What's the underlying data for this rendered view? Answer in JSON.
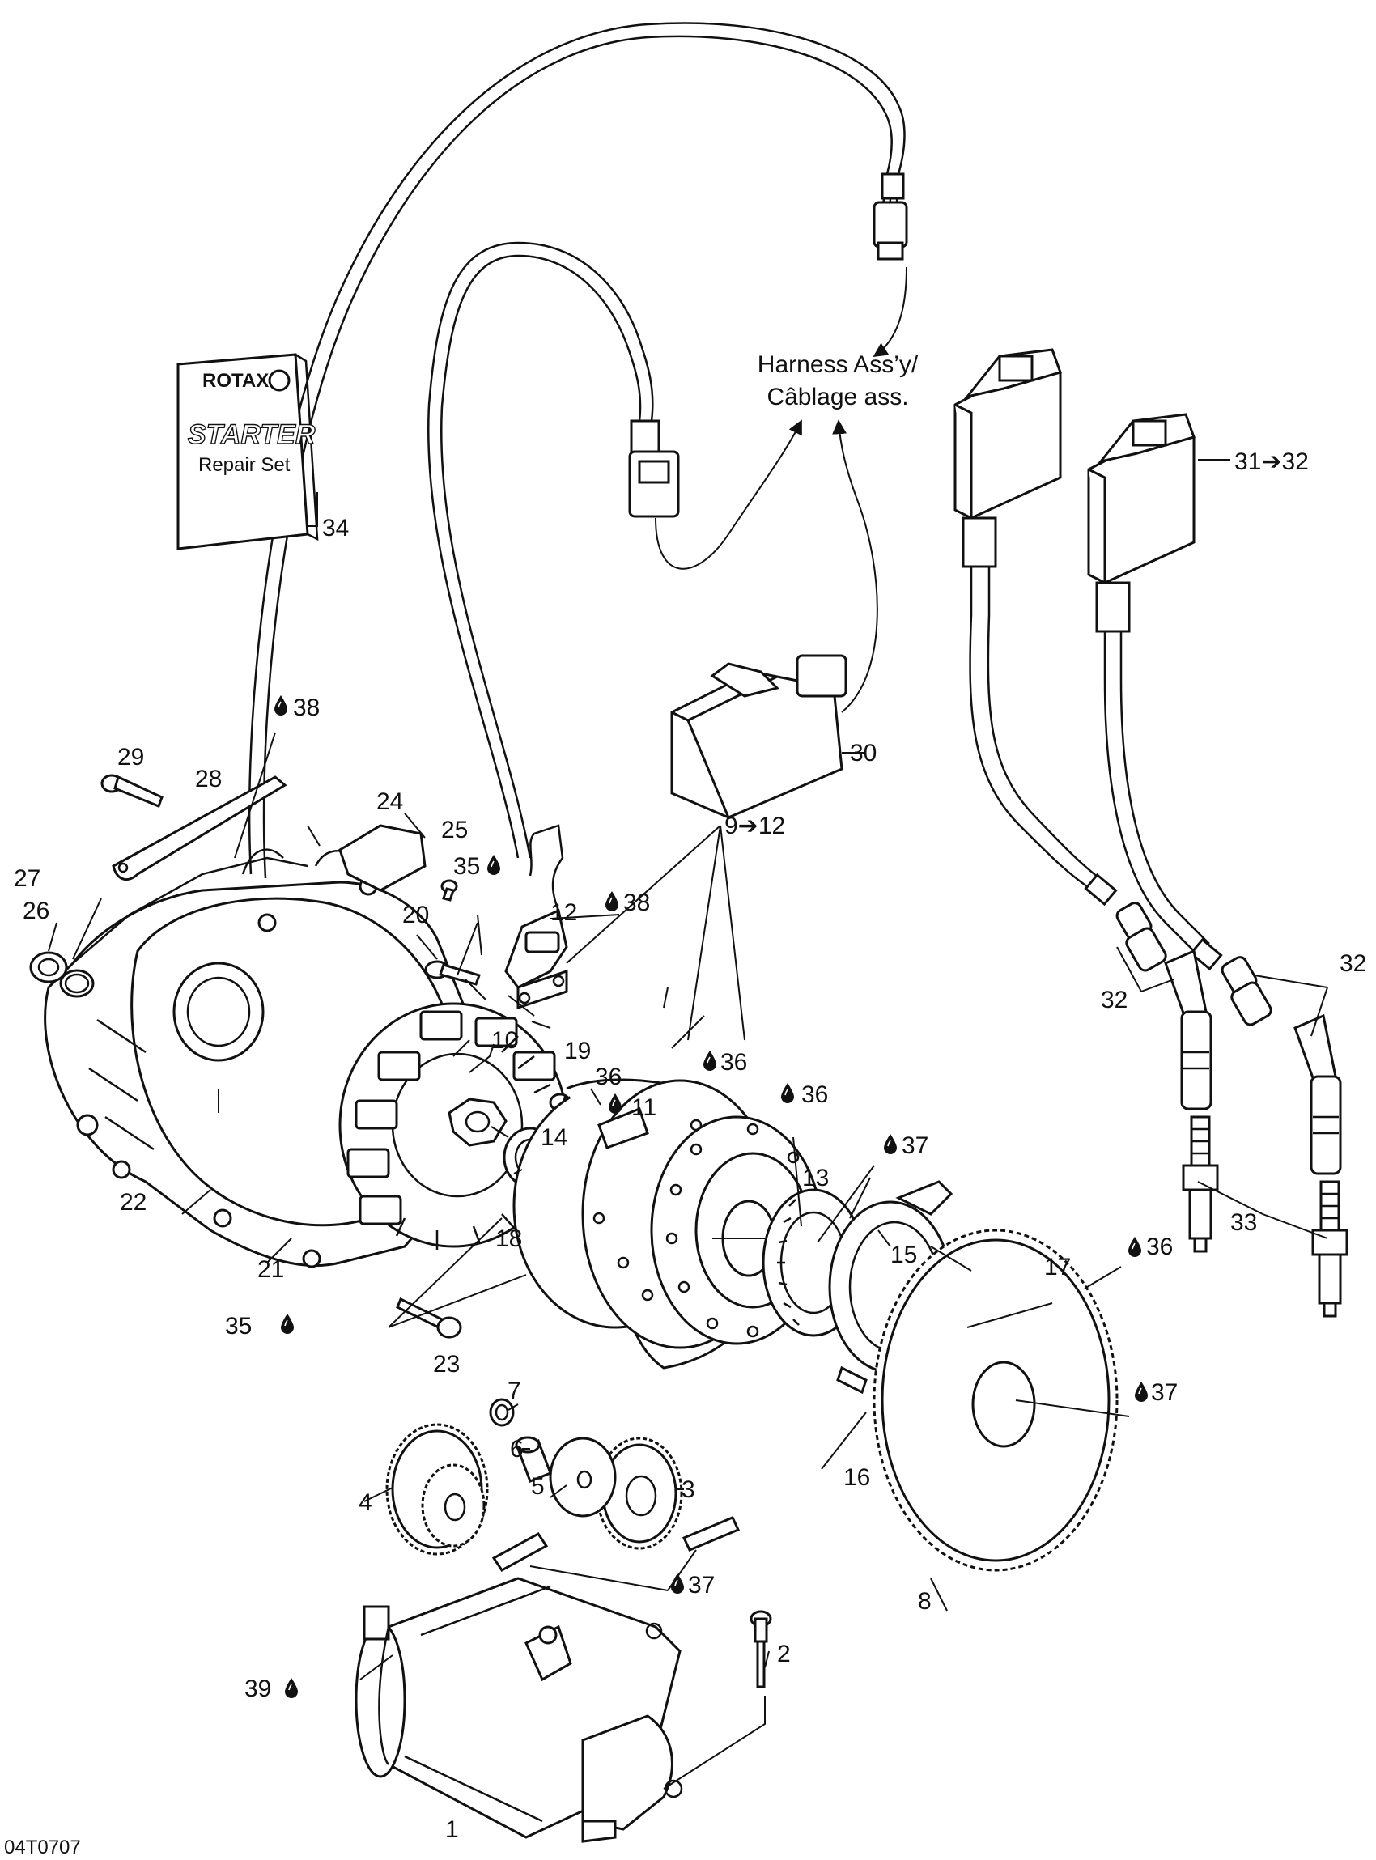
{
  "harness_note": {
    "line1": "Harness Ass’y/",
    "line2": "Câblage ass."
  },
  "repair_set": {
    "brand": "ROTAX",
    "title": "STARTER",
    "subtitle": "Repair Set"
  },
  "drawing_code": "04T0707",
  "callouts": {
    "c1": "1",
    "c2": "2",
    "c3": "3",
    "c4": "4",
    "c5": "5",
    "c6": "6",
    "c7": "7",
    "c8": "8",
    "c9_12": "9➔12",
    "c10": "10",
    "c11": "11",
    "c12": "12",
    "c13": "13",
    "c14": "14",
    "c15": "15",
    "c16": "16",
    "c17": "17",
    "c18": "18",
    "c19": "19",
    "c20": "20",
    "c21": "21",
    "c22": "22",
    "c23": "23",
    "c24": "24",
    "c25": "25",
    "c26": "26",
    "c27": "27",
    "c28": "28",
    "c29": "29",
    "c30": "30",
    "c31_32": "31➔32",
    "c32a": "32",
    "c32b": "32",
    "c33": "33",
    "c34": "34",
    "c35a": "35",
    "c35b": "35",
    "c36a": "36",
    "c36b": "36",
    "c36c": "36",
    "c36d": "36",
    "c37a": "37",
    "c37b": "37",
    "c37c": "37",
    "c38a": "38",
    "c38b": "38",
    "c39": "39"
  },
  "icons": {
    "lubricant": "oil-drop-icon"
  }
}
